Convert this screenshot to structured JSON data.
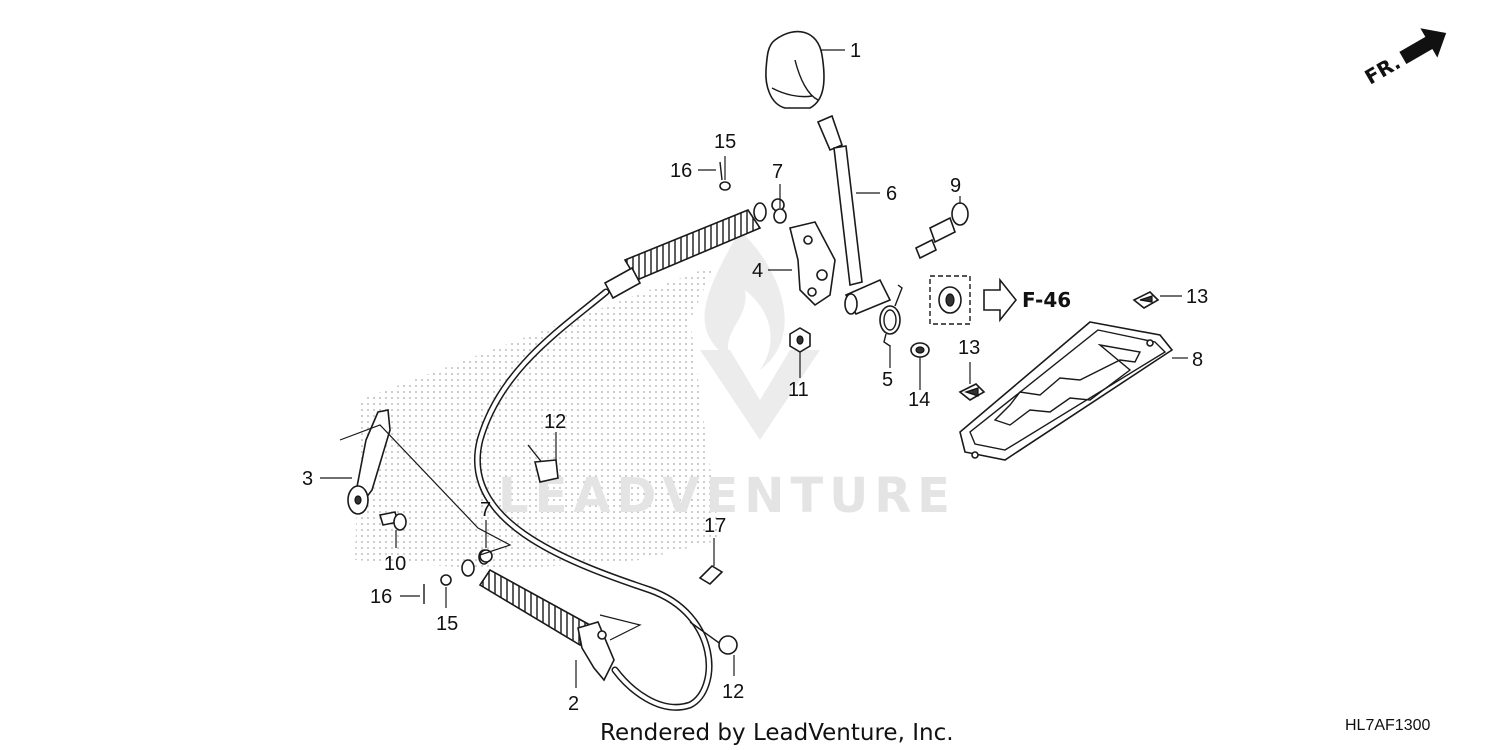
{
  "diagram": {
    "direction_marker": "FR.",
    "reference": "F-46",
    "drawing_code": "HL7AF1300",
    "credit": "Rendered by LeadVenture, Inc.",
    "watermark": "LEADVENTURE"
  },
  "callouts": {
    "c1": "1",
    "c2": "2",
    "c3": "3",
    "c4": "4",
    "c5": "5",
    "c6": "6",
    "c7a": "7",
    "c7b": "7",
    "c8": "8",
    "c9": "9",
    "c10": "10",
    "c11": "11",
    "c12a": "12",
    "c12b": "12",
    "c13a": "13",
    "c13b": "13",
    "c14": "14",
    "c15a": "15",
    "c15b": "15",
    "c16a": "16",
    "c16b": "16",
    "c17": "17"
  }
}
